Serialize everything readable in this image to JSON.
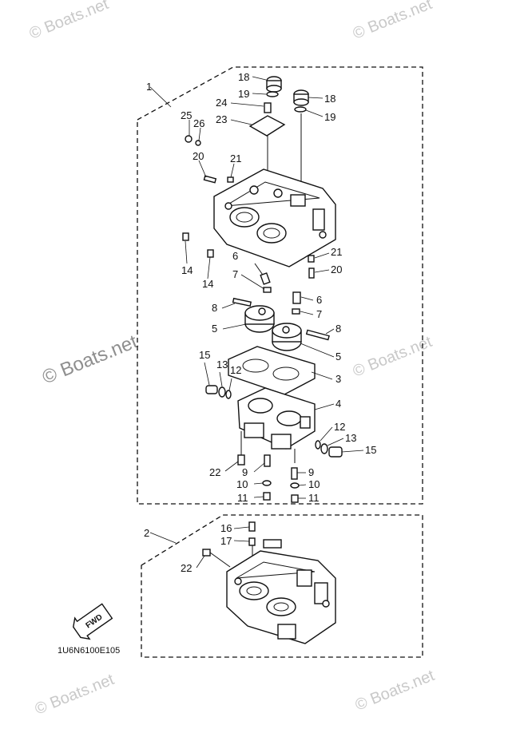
{
  "watermark": "© Boats.net",
  "drawing_code": "1U6N6100E105",
  "fwd_label": "FWD",
  "groups": [
    "1",
    "2"
  ],
  "callouts": [
    "18",
    "19",
    "24",
    "23",
    "25",
    "26",
    "20",
    "21",
    "14",
    "6",
    "7",
    "8",
    "5",
    "15",
    "13",
    "12",
    "3",
    "4",
    "22",
    "9",
    "10",
    "11",
    "16",
    "17"
  ]
}
